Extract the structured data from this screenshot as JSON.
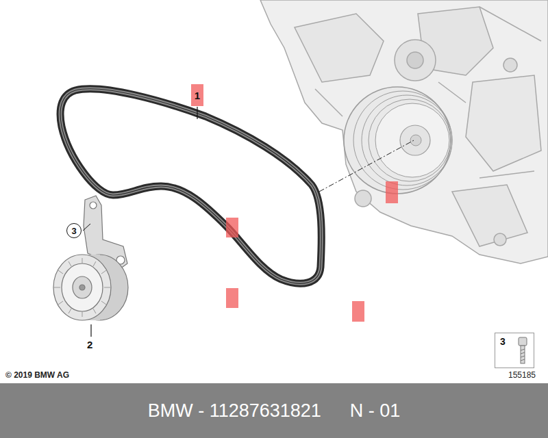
{
  "diagram": {
    "nodes": [
      {
        "text": [
          "1"
        ]
      },
      {
        "text": [
          "3"
        ]
      },
      {
        "text": [
          "3"
        ]
      },
      {
        "text": [
          "BMW - 11287631821",
          "N - 01"
        ]
      }
    ],
    "labels": [
      "2",
      "© 2019 BMW AG",
      "155185"
    ]
  }
}
